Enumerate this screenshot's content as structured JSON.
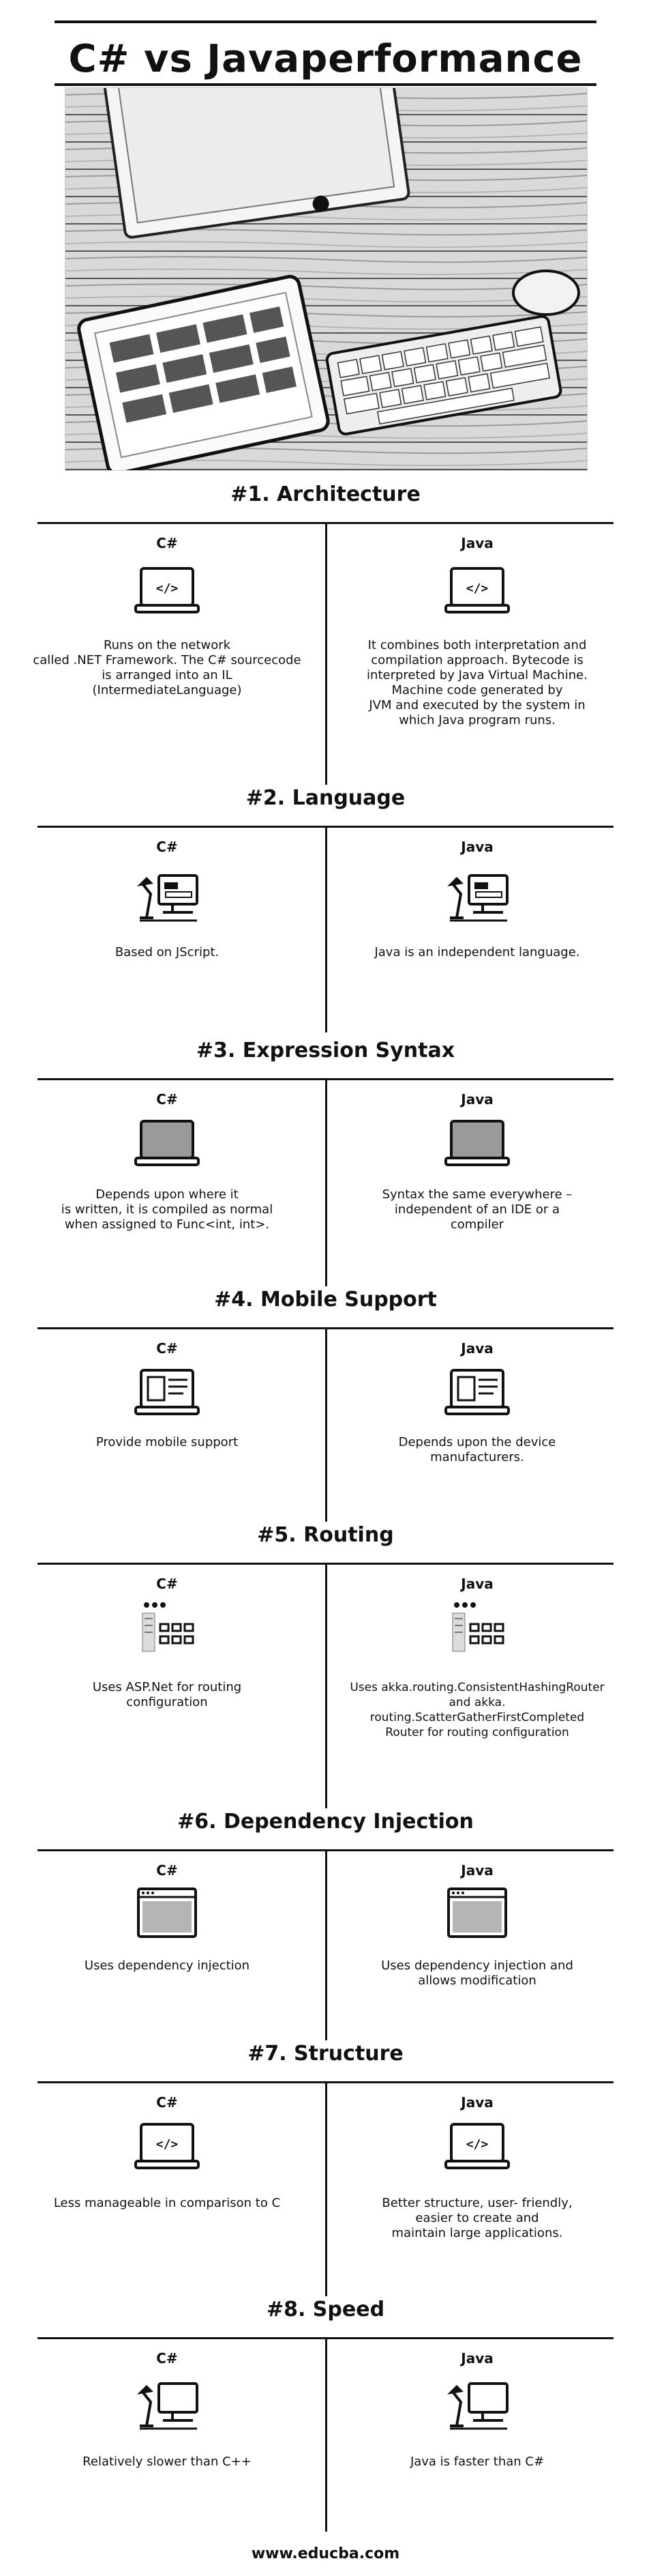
{
  "title": "C# vs Javaperformance",
  "columns": {
    "left": "C#",
    "right": "Java"
  },
  "sections": [
    {
      "title": "#1. Architecture",
      "icon": "code-laptop-icon",
      "left": "Runs on the network\ncalled .NET Framework. The C# sourcecode\nis arranged into an IL (IntermediateLanguage)",
      "right": "It combines both interpretation and\ncompilation approach. Bytecode is\ninterpreted by Java Virtual Machine.\nMachine code generated by\nJVM and executed by the system in\nwhich Java program runs."
    },
    {
      "title": "#2. Language",
      "icon": "desk-lamp-monitor-icon",
      "left": "Based on JScript.",
      "right": "Java is an independent language."
    },
    {
      "title": "#3. Expression Syntax",
      "icon": "laptop-icon",
      "left": "Depends upon where it\nis written, it is compiled as normal\nwhen assigned to Func<int, int>.",
      "right": "Syntax the same everywhere –\nindependent of an IDE or a\ncompiler"
    },
    {
      "title": "#4. Mobile Support",
      "icon": "layout-laptop-icon",
      "left": "Provide mobile support",
      "right": "Depends upon the device\nmanufacturers."
    },
    {
      "title": "#5. Routing",
      "icon": "routing-diagram-icon",
      "left": "Uses ASP.Net for routing\nconfiguration",
      "right": "Uses  akka.routing.ConsistentHashingRouter\nand akka.\nrouting.ScatterGatherFirstCompleted\nRouter for routing configuration"
    },
    {
      "title": "#6. Dependency Injection",
      "icon": "browser-window-icon",
      "left": "Uses dependency injection",
      "right": "Uses dependency injection and\nallows modification"
    },
    {
      "title": "#7. Structure",
      "icon": "code-laptop-icon",
      "left": "Less manageable in comparison to C",
      "right": "Better structure, user- friendly,\neasier to create and\nmaintain large applications."
    },
    {
      "title": "#8. Speed",
      "icon": "desk-lamp-monitor-icon",
      "left": "Relatively slower than C++",
      "right": "Java is faster than C#"
    }
  ],
  "footer": "www.educba.com"
}
